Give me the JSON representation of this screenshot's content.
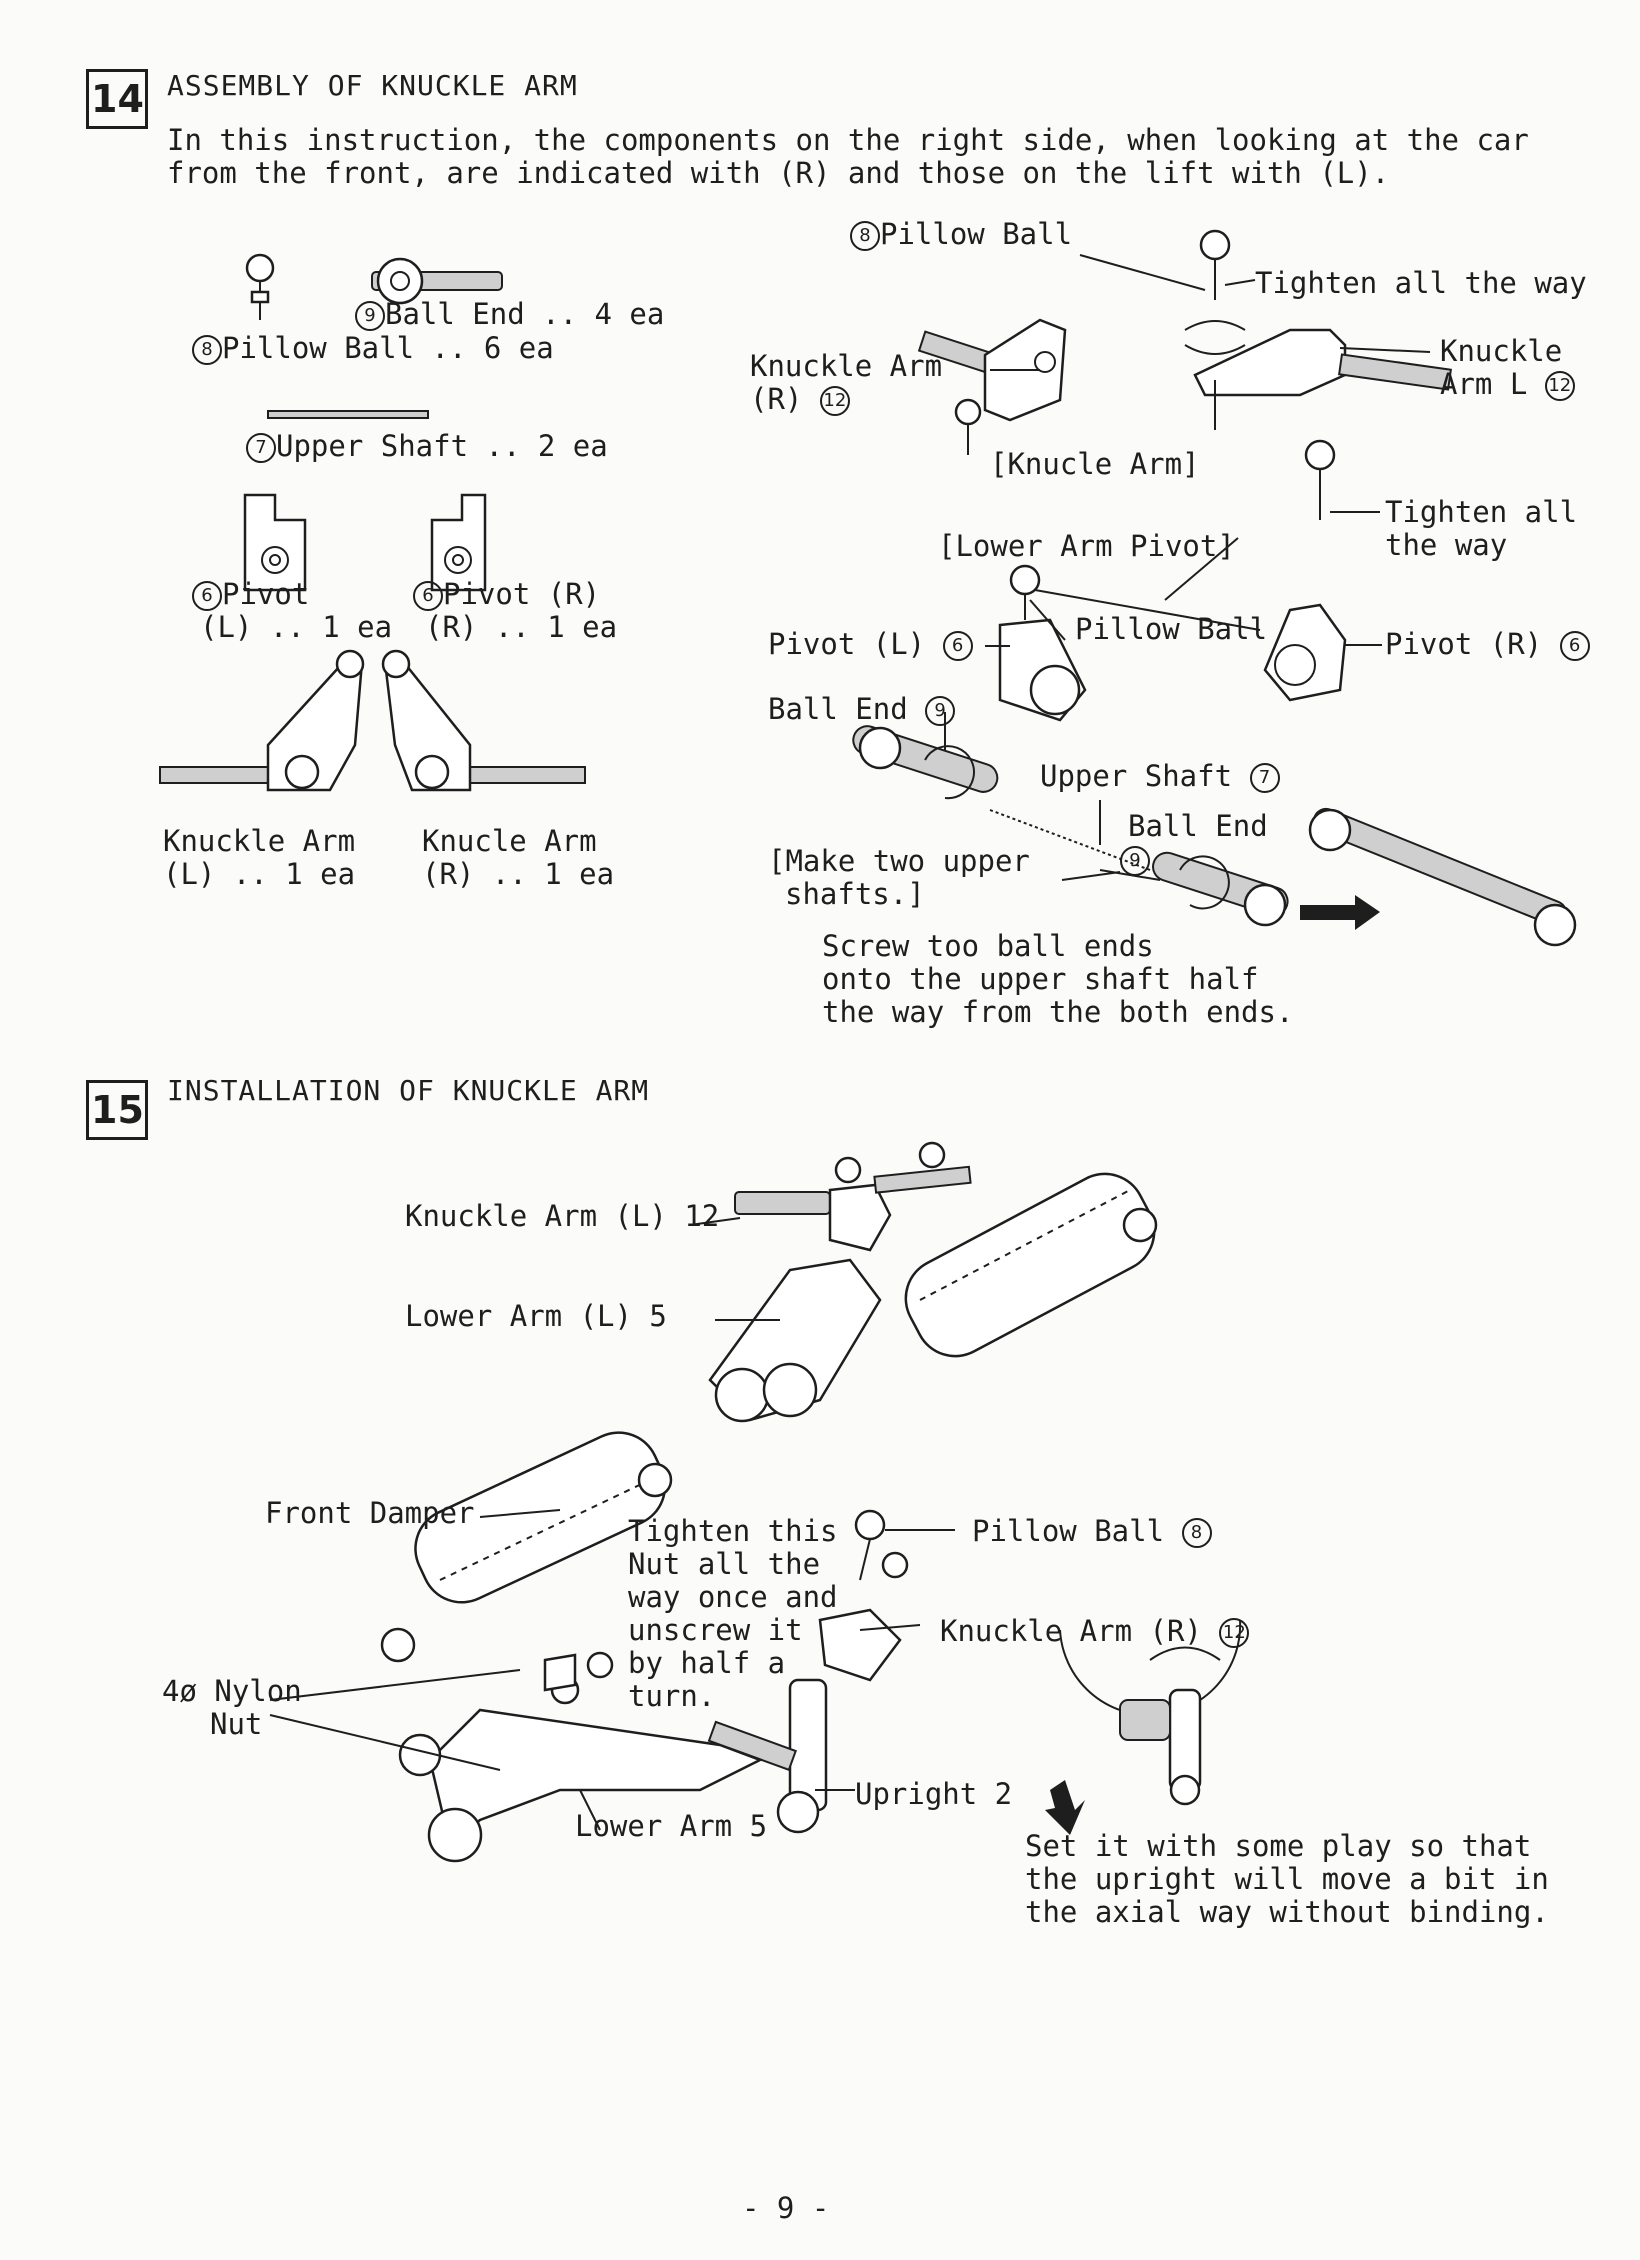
{
  "step14": {
    "number": "14",
    "title": "ASSEMBLY OF KNUCKLE ARM",
    "intro_line1": "In this instruction, the components on the right side, when looking at the car",
    "intro_line2": "from the front, are indicated with (R) and those on the lift with (L).",
    "parts": {
      "ball_end": "Ball End .. 4 ea",
      "ball_end_num": "9",
      "pillow_ball": "Pillow Ball .. 6 ea",
      "pillow_ball_num": "8",
      "upper_shaft": "Upper Shaft .. 2 ea",
      "upper_shaft_num": "7",
      "pivot_l_line1": "Pivot",
      "pivot_l_line2": "(L) .. 1 ea",
      "pivot_l_num": "6",
      "pivot_r_line1": "Pivot (R)",
      "pivot_r_line2": "(R) .. 1 ea",
      "pivot_r_num": "6",
      "knuckle_arm_l_line1": "Knuckle Arm",
      "knuckle_arm_l_line2": "(L) .. 1 ea",
      "knuckle_arm_r_line1": "Knucle Arm",
      "knuckle_arm_r_line2": "(R) .. 1 ea"
    },
    "diagram": {
      "pillow_ball": "Pillow Ball",
      "pillow_ball_num": "8",
      "tighten_all_the_way": "Tighten all the way",
      "knuckle_arm_r_line1": "Knuckle Arm",
      "knuckle_arm_r_line2": "(R)",
      "knuckle_arm_r_num": "12",
      "knuckle_arm_l_line1": "Knuckle",
      "knuckle_arm_l_line2": "Arm L",
      "knuckle_arm_l_num": "12",
      "knucle_arm_bracket": "[Knucle Arm]",
      "lower_arm_pivot_bracket": "[Lower Arm Pivot]",
      "tighten_all_line1": "Tighten all",
      "tighten_all_line2": "the way",
      "pivot_l": "Pivot (L)",
      "pivot_l_num": "6",
      "pillow_ball_2": "Pillow Ball",
      "pivot_r": "Pivot (R)",
      "pivot_r_num": "6",
      "ball_end": "Ball End",
      "ball_end_num": "9",
      "upper_shaft": "Upper Shaft",
      "upper_shaft_num": "7",
      "ball_end_2": "Ball End",
      "ball_end_2_num": "9",
      "make_two_line1": "[Make two upper",
      "make_two_line2": "shafts.]",
      "screw_note_line1": "Screw too ball ends",
      "screw_note_line2": "onto the upper shaft half",
      "screw_note_line3": "the way from the both ends."
    }
  },
  "step15": {
    "number": "15",
    "title": "INSTALLATION OF KNUCKLE ARM",
    "knuckle_arm_l": "Knuckle Arm (L) 12",
    "lower_arm_l": "Lower Arm (L) 5",
    "front_damper": "Front Damper",
    "tighten_note_line1": "Tighten this",
    "tighten_note_line2": "Nut all the",
    "tighten_note_line3": "way once and",
    "tighten_note_line4": "unscrew it",
    "tighten_note_line5": "by half a",
    "tighten_note_line6": "turn.",
    "pillow_ball": "Pillow Ball",
    "pillow_ball_num": "8",
    "knuckle_arm_r": "Knuckle Arm (R)",
    "knuckle_arm_r_num": "12",
    "nylon_nut_line1": "4ø Nylon",
    "nylon_nut_line2": "Nut",
    "upright": "Upright 2",
    "lower_arm": "Lower Arm 5",
    "set_note_line1": "Set it with some play so that",
    "set_note_line2": "the upright will move a bit in",
    "set_note_line3": "the axial way without binding."
  },
  "footer": {
    "page_number": "- 9 -"
  }
}
